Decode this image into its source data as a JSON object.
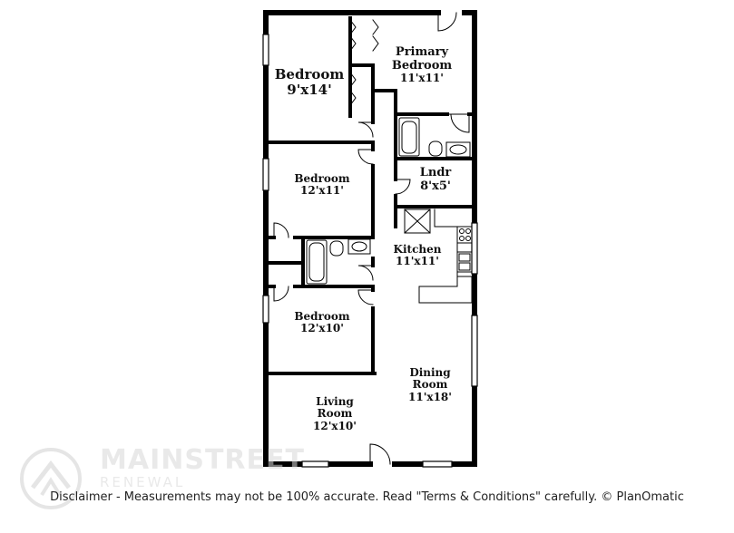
{
  "rooms": {
    "primary_bedroom": {
      "name_line1": "Primary",
      "name_line2": "Bedroom",
      "dims": "11'x11'"
    },
    "bedroom_top": {
      "name": "Bedroom",
      "dims": "9'x14'"
    },
    "bedroom_mid": {
      "name": "Bedroom",
      "dims": "12'x11'"
    },
    "laundry": {
      "name": "Lndr",
      "dims": "8'x5'"
    },
    "kitchen": {
      "name": "Kitchen",
      "dims": "11'x11'"
    },
    "bedroom_low": {
      "name": "Bedroom",
      "dims": "12'x10'"
    },
    "dining": {
      "name_line1": "Dining",
      "name_line2": "Room",
      "dims": "11'x18'"
    },
    "living": {
      "name_line1": "Living",
      "name_line2": "Room",
      "dims": "12'x10'"
    }
  },
  "watermark": {
    "line1": "MAINSTREET",
    "line2": "RENEWAL"
  },
  "disclaimer": "Disclaimer - Measurements may not be 100% accurate. Read \"Terms & Conditions\" carefully. © PlanOmatic"
}
